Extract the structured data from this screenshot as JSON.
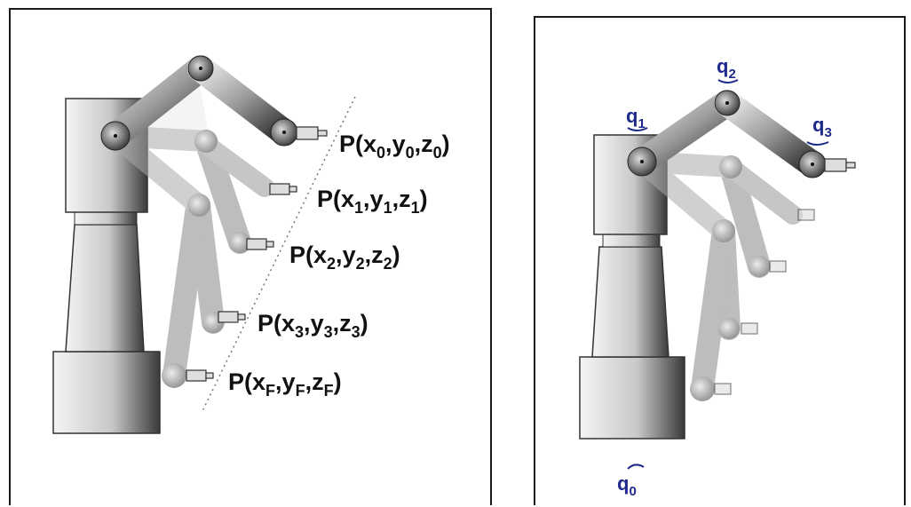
{
  "left_panel": {
    "points": [
      {
        "name": "P",
        "coords": [
          {
            "v": "x",
            "s": "0"
          },
          {
            "v": "y",
            "s": "0"
          },
          {
            "v": "z",
            "s": "0"
          }
        ]
      },
      {
        "name": "P",
        "coords": [
          {
            "v": "x",
            "s": "1"
          },
          {
            "v": "y",
            "s": "1"
          },
          {
            "v": "z",
            "s": "1"
          }
        ]
      },
      {
        "name": "P",
        "coords": [
          {
            "v": "x",
            "s": "2"
          },
          {
            "v": "y",
            "s": "2"
          },
          {
            "v": "z",
            "s": "2"
          }
        ]
      },
      {
        "name": "P",
        "coords": [
          {
            "v": "x",
            "s": "3"
          },
          {
            "v": "y",
            "s": "3"
          },
          {
            "v": "z",
            "s": "3"
          }
        ]
      },
      {
        "name": "P",
        "coords": [
          {
            "v": "x",
            "s": "F"
          },
          {
            "v": "y",
            "s": "F"
          },
          {
            "v": "z",
            "s": "F"
          }
        ]
      }
    ]
  },
  "right_panel": {
    "joints": [
      {
        "v": "q",
        "s": "0"
      },
      {
        "v": "q",
        "s": "1"
      },
      {
        "v": "q",
        "s": "2"
      },
      {
        "v": "q",
        "s": "3"
      }
    ]
  },
  "colors": {
    "label_text": "#111111",
    "joint_label": "#1f2a8a",
    "border": "#1a1a1a"
  }
}
